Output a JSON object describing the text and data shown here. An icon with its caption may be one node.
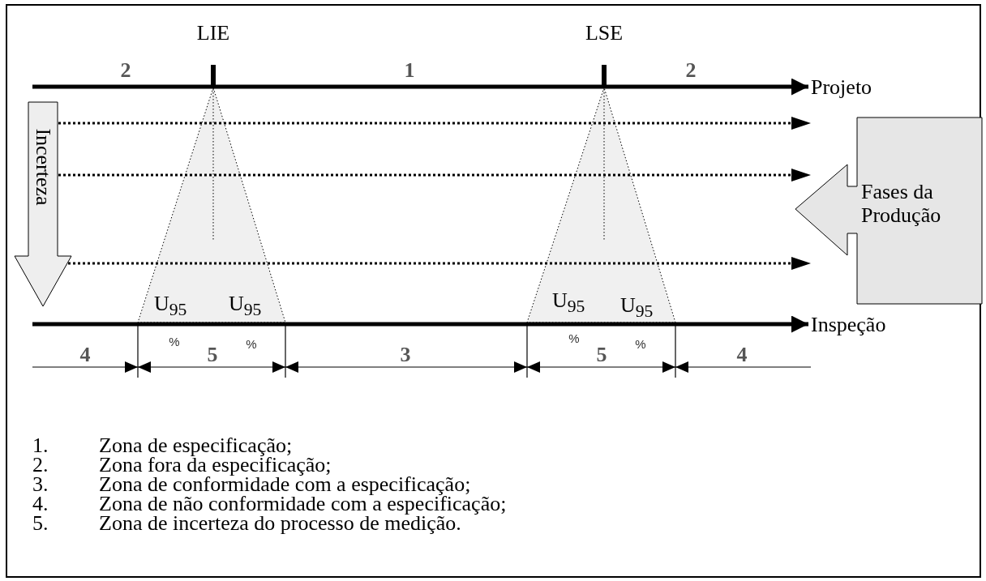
{
  "diagram": {
    "nodes": [
      {
        "text": [
          "Incerteza"
        ]
      },
      {
        "text": [
          "Fases da Produção"
        ]
      }
    ],
    "labels": [
      "LIE",
      "LSE",
      "2",
      "1",
      "2",
      "Projeto",
      "U$_{95}$",
      "U$_{95}$",
      "U$_{95}$",
      "U$_{95}$",
      "Inspeção",
      "%",
      "%",
      "%",
      "%",
      "4",
      "5",
      "3",
      "5",
      "4",
      "1.",
      "Zona de especificação;",
      "2.",
      "Zona fora da especificação;",
      "3.",
      "Zona de conformidade com a especificação;",
      "4.",
      "Zona de não conformidade com a especificação;",
      "5.",
      "Zona de incerteza do processo de medição."
    ]
  }
}
